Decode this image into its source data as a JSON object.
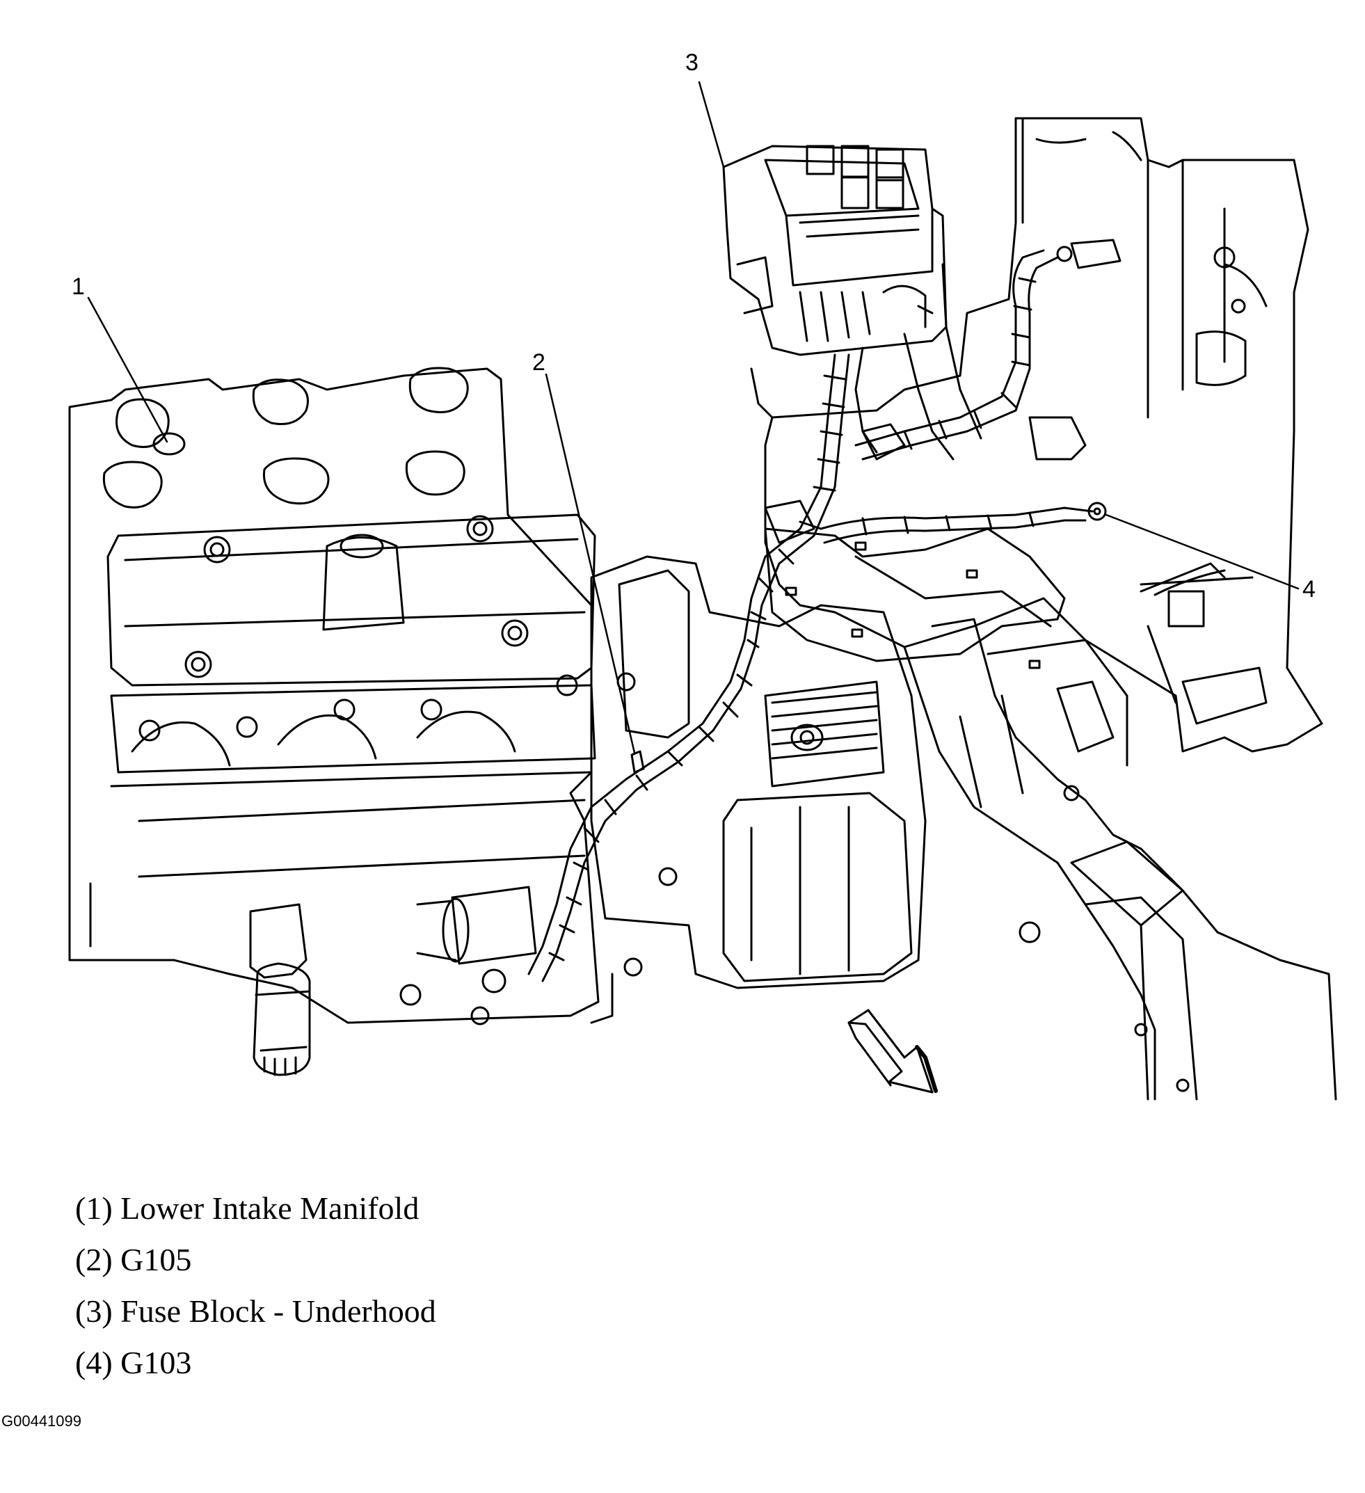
{
  "callouts": [
    {
      "number": "1"
    },
    {
      "number": "2"
    },
    {
      "number": "3"
    },
    {
      "number": "4"
    }
  ],
  "legend": [
    {
      "text": "(1) Lower Intake Manifold"
    },
    {
      "text": "(2) G105"
    },
    {
      "text": "(3) Fuse Block - Underhood"
    },
    {
      "text": "(4) G103"
    }
  ],
  "figure_id": "G00441099",
  "illustration": {
    "subject": "engine compartment line drawing",
    "direction_arrow": "arrow-icon"
  }
}
